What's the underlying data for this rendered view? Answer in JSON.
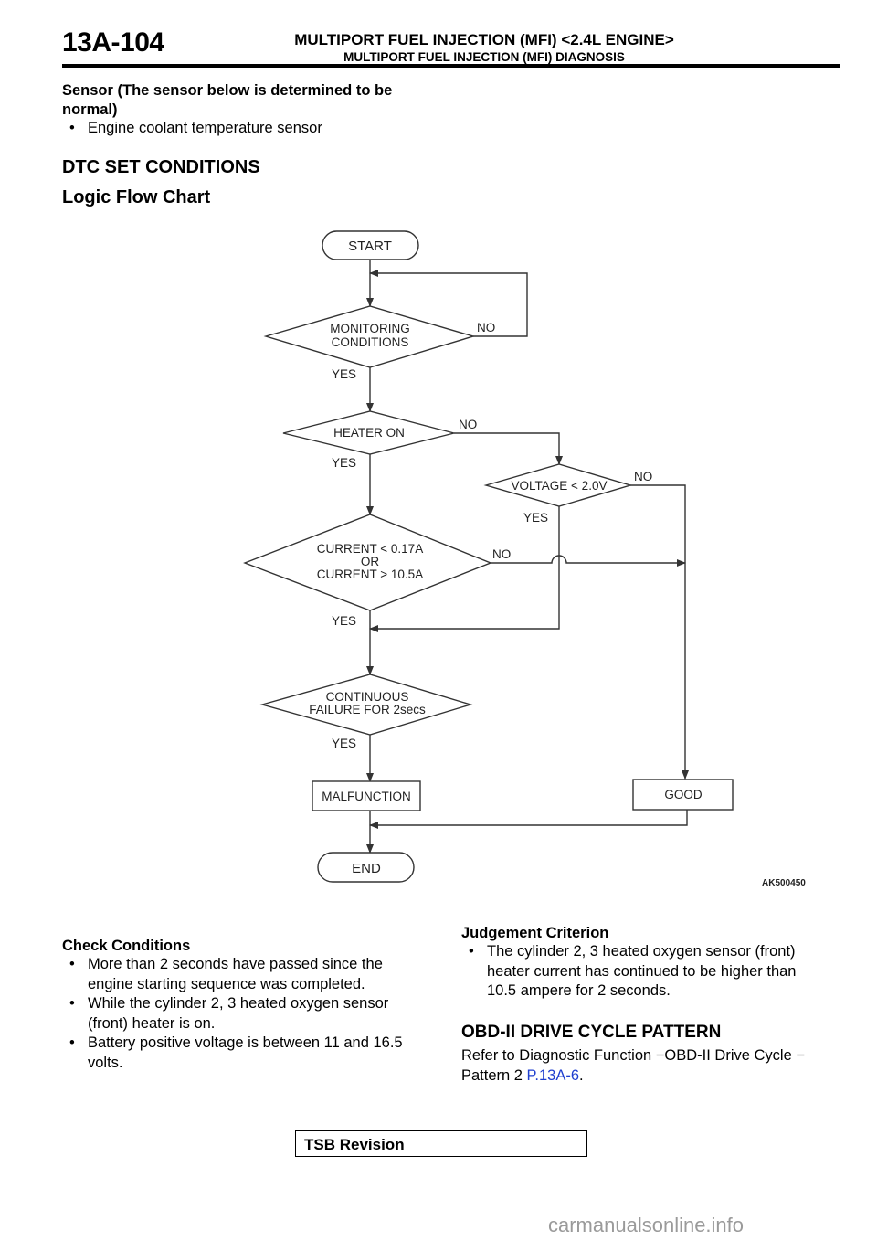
{
  "header": {
    "page_number": "13A-104",
    "title": "MULTIPORT FUEL INJECTION (MFI) <2.4L ENGINE>",
    "subtitle": "MULTIPORT FUEL INJECTION (MFI) DIAGNOSIS"
  },
  "sensor": {
    "heading_line1": "Sensor (The sensor below is determined to be",
    "heading_line2": "normal)",
    "items": [
      "Engine coolant temperature sensor"
    ]
  },
  "dtc_heading": "DTC SET CONDITIONS",
  "flowchart_heading": "Logic Flow Chart",
  "flowchart": {
    "start": "START",
    "monitoring_line1": "MONITORING",
    "monitoring_line2": "CONDITIONS",
    "heater": "HEATER ON",
    "voltage": "VOLTAGE < 2.0V",
    "current_line1": "CURRENT < 0.17A",
    "current_line2": "OR",
    "current_line3": "CURRENT > 10.5A",
    "continuous_line1": "CONTINUOUS",
    "continuous_line2": "FAILURE FOR 2secs",
    "malfunction": "MALFUNCTION",
    "good": "GOOD",
    "end": "END",
    "yes": "YES",
    "no": "NO",
    "figure_code": "AK500450"
  },
  "check_conditions": {
    "heading": "Check Conditions",
    "items": [
      [
        "More than 2 seconds have passed since the",
        "engine starting sequence was completed."
      ],
      [
        "While the cylinder 2, 3 heated oxygen sensor",
        "(front) heater is on."
      ],
      [
        "Battery positive voltage is between 11 and 16.5",
        "volts."
      ]
    ]
  },
  "judgement": {
    "heading": "Judgement Criterion",
    "items": [
      [
        "The cylinder 2, 3 heated oxygen sensor (front)",
        "heater current has continued to be higher than",
        "10.5 ampere for 2 seconds."
      ]
    ]
  },
  "obd": {
    "heading": "OBD-II DRIVE CYCLE PATTERN",
    "line1": "Refer to Diagnostic Function −OBD-II Drive Cycle −",
    "line2_prefix": "Pattern 2 ",
    "link": "P.13A-6",
    "line2_suffix": "."
  },
  "footer": {
    "tsb": "TSB Revision",
    "watermark": "carmanualsonline.info"
  },
  "colors": {
    "link": "#1f3fcf",
    "watermark": "#9a9a9a",
    "line": "#333333"
  }
}
